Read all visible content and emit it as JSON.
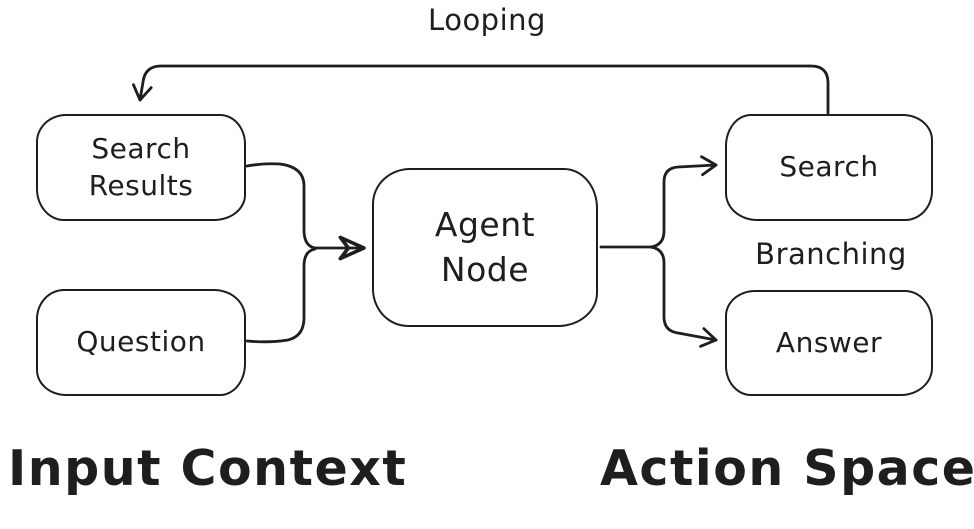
{
  "diagram": {
    "style": {
      "stroke_color": "#1e1e1e",
      "background_color": "#ffffff"
    },
    "nodes": {
      "search_results": {
        "line1": "Search",
        "line2": "Results"
      },
      "question": {
        "label": "Question"
      },
      "agent_node": {
        "line1": "Agent",
        "line2": "Node"
      },
      "search": {
        "label": "Search"
      },
      "answer": {
        "label": "Answer"
      }
    },
    "labels": {
      "looping": "Looping",
      "branching": "Branching",
      "input_context": "Input Context",
      "action_space": "Action Space"
    },
    "edges": [
      {
        "from": "search",
        "to": "search_results",
        "label_key": "looping",
        "arrowhead": "open-chevron"
      },
      {
        "from": "search_results",
        "to": "agent_node",
        "arrowhead": "filled",
        "merges_with": "question"
      },
      {
        "from": "question",
        "to": "agent_node",
        "arrowhead": "filled",
        "merges_with": "search_results"
      },
      {
        "from": "agent_node",
        "to": "search",
        "arrowhead": "open-chevron",
        "label_key": "branching"
      },
      {
        "from": "agent_node",
        "to": "answer",
        "arrowhead": "open-chevron",
        "label_key": "branching"
      }
    ]
  }
}
